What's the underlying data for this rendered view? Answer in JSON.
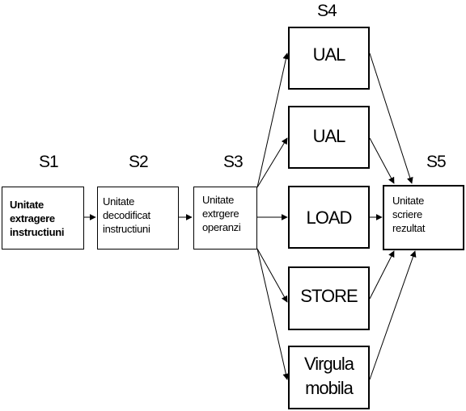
{
  "stages": {
    "s1": "S1",
    "s2": "S2",
    "s3": "S3",
    "s4": "S4",
    "s5": "S5"
  },
  "boxes": {
    "fetch": "Unitate\nextragere\ninstructiuni",
    "decode": "Unitate\ndecodificat\ninstructiuni",
    "operands": "Unitate\nextrgere\noperanzi",
    "ual1": "UAL",
    "ual2": "UAL",
    "load": "LOAD",
    "store": "STORE",
    "fpu": "Virgula\nmobila",
    "writeback": "Unitate\nscriere\nrezultat"
  }
}
